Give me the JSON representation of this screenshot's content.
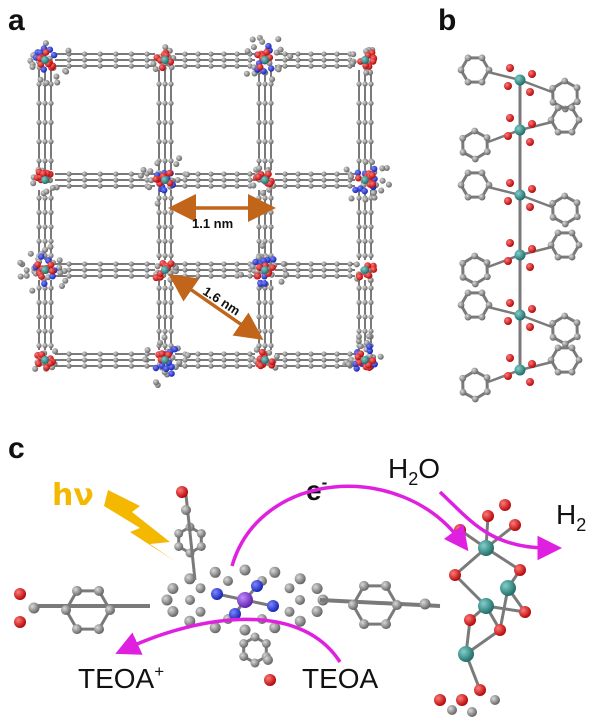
{
  "panels": {
    "a": "a",
    "b": "b",
    "c": "c"
  },
  "dimensions": {
    "horizontal": "1.1 nm",
    "diagonal": "1.6 nm"
  },
  "scheme": {
    "light": "hν",
    "electron": "e",
    "electron_sup": "-",
    "water": "H",
    "water_sub": "2",
    "water_tail": "O",
    "hydrogen": "H",
    "hydrogen_sub": "2",
    "donor": "TEOA",
    "donor_oxidized": "TEOA",
    "donor_oxidized_sup": "+"
  },
  "colors": {
    "carbon": "#8a8a8a",
    "oxygen": "#e01010",
    "nitrogen": "#1f2ed8",
    "metal": "#2e8f8a",
    "cobalt": "#8a2be2",
    "arrow_dim": "#c0651a",
    "arrow_flow": "#e020e0",
    "light": "#f5b800"
  }
}
